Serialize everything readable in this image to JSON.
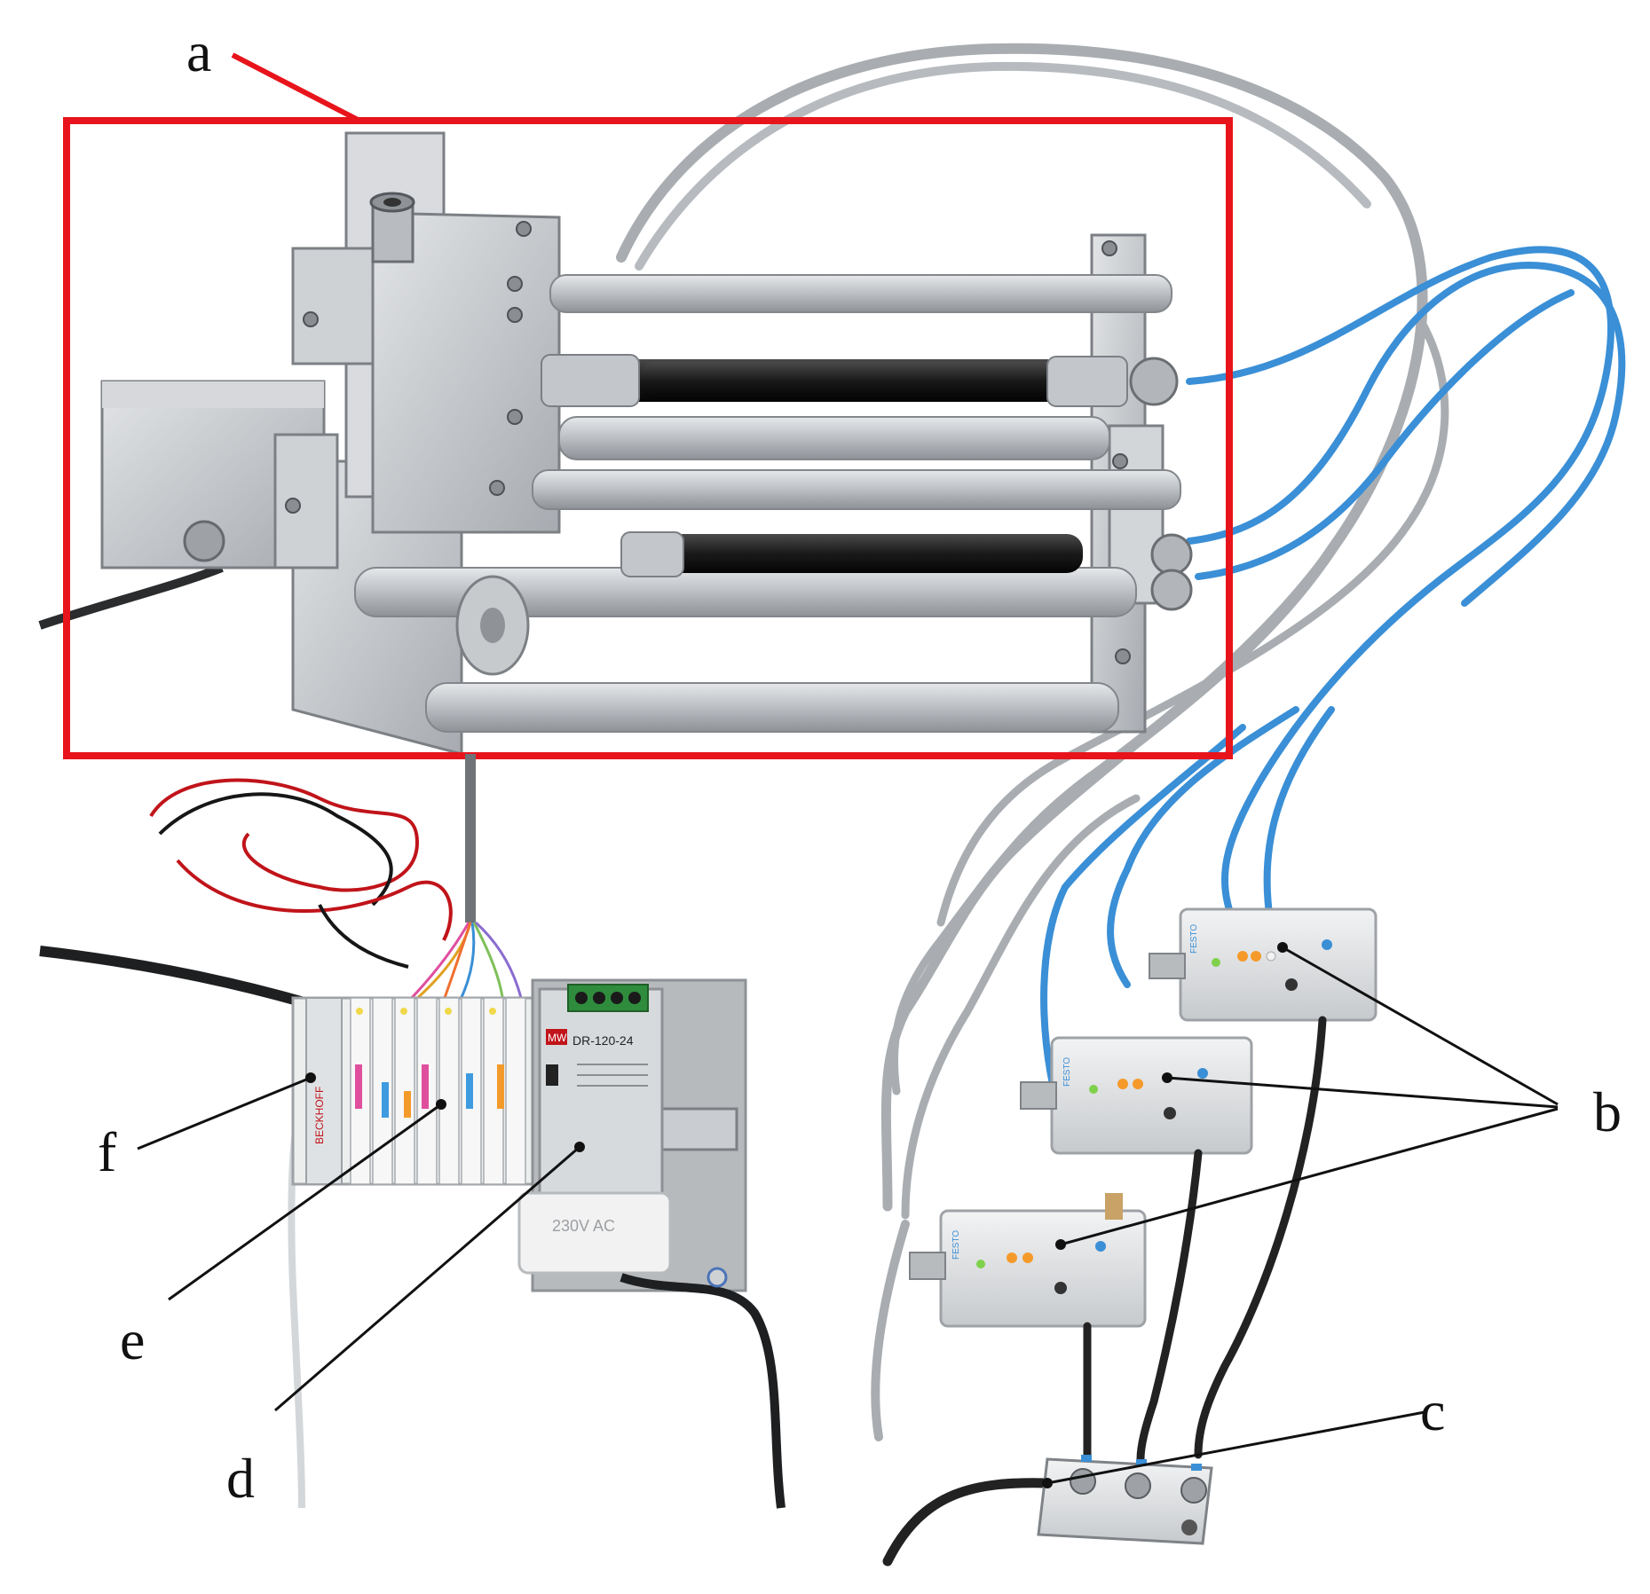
{
  "labels": {
    "a": "a",
    "b": "b",
    "c": "c",
    "d": "d",
    "e": "e",
    "f": "f"
  },
  "device_text": {
    "power_supply_brand": "MW",
    "power_supply_model": "DR-120-24",
    "plug_text": "230V AC",
    "plc_brand": "BECKHOFF",
    "valve_brand": "FESTO"
  },
  "colors": {
    "highlight_box": "#e8141c",
    "background": "#ffffff",
    "blue_tubing": "#3a8fd6",
    "gray_cable": "#a9adb1",
    "aluminium": "#c9ccd0",
    "black_tube": "#1e1e1e"
  }
}
